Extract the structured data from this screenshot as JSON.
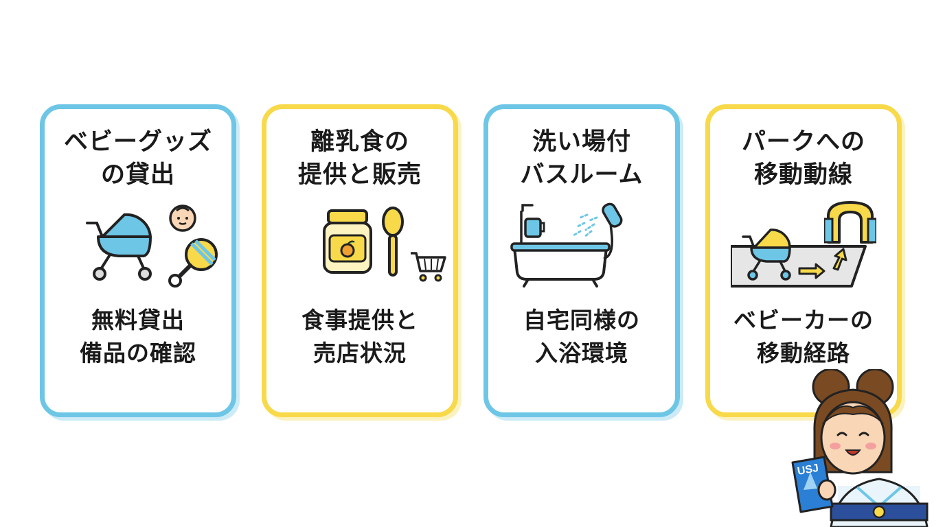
{
  "colors": {
    "accent_blue": "#6ec6e6",
    "accent_yellow": "#f7d94a",
    "text": "#1a1a1a"
  },
  "cards": [
    {
      "title_line1": "ベビーグッズ",
      "title_line2": "の貸出",
      "desc_line1": "無料貸出",
      "desc_line2": "備品の確認",
      "icons": [
        "stroller-icon",
        "baby-face-icon",
        "rattle-icon"
      ]
    },
    {
      "title_line1": "離乳食の",
      "title_line2": "提供と販売",
      "desc_line1": "食事提供と",
      "desc_line2": "売店状況",
      "icons": [
        "baby-food-jar-icon",
        "spoon-icon",
        "shopping-cart-icon"
      ]
    },
    {
      "title_line1": "洗い場付",
      "title_line2": "バスルーム",
      "desc_line1": "自宅同様の",
      "desc_line2": "入浴環境",
      "icons": [
        "bathtub-icon",
        "shower-head-icon",
        "cup-icon"
      ]
    },
    {
      "title_line1": "パークへの",
      "title_line2": "移動動線",
      "desc_line1": "ベビーカーの",
      "desc_line2": "移動経路",
      "icons": [
        "stroller-icon",
        "path-arrow-icon",
        "park-gate-icon"
      ]
    }
  ],
  "mascot": {
    "guidebook_text": "USJ"
  }
}
